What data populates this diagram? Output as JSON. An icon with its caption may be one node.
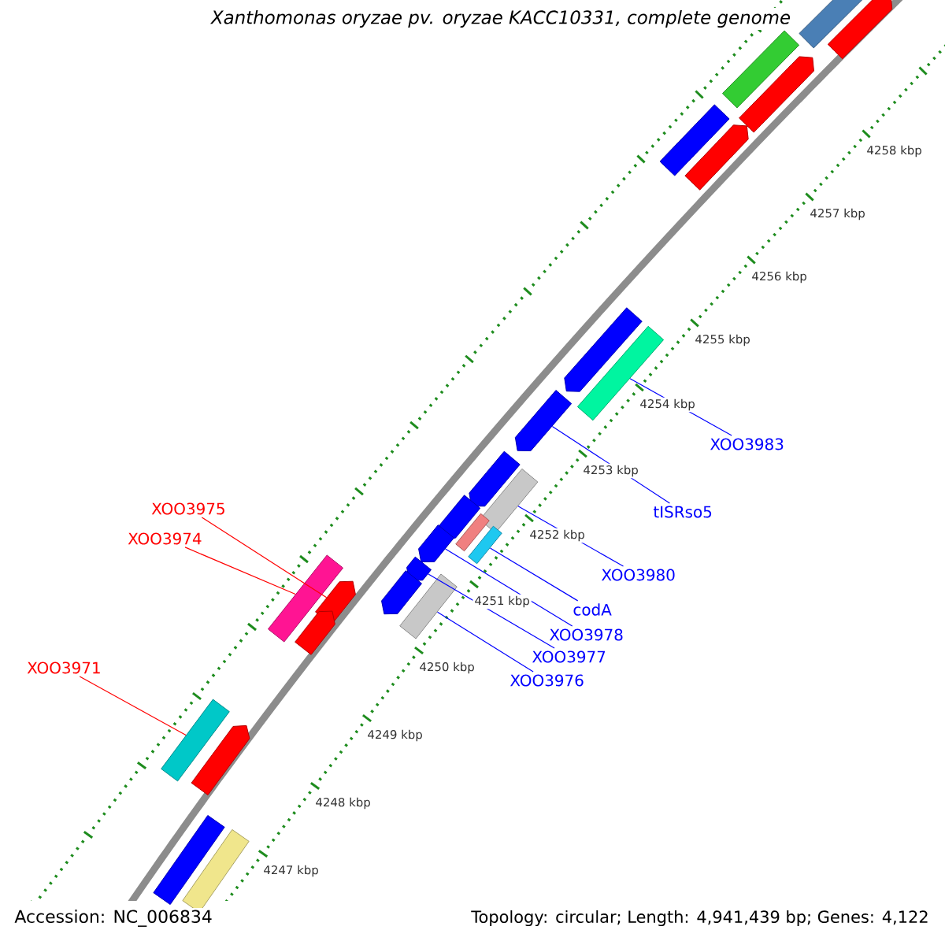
{
  "diagram": {
    "title": "Xanthomonas oryzae pv. oryzae KACC10331, complete genome",
    "nodes": [
      {
        "text": [
          "XOO3983"
        ]
      },
      {
        "text": [
          "XOO3975"
        ]
      },
      {
        "text": [
          "tISRso5"
        ]
      },
      {
        "text": [
          "XOO3974"
        ]
      },
      {
        "text": [
          "XOO3980"
        ]
      },
      {
        "text": [
          "codA"
        ]
      },
      {
        "text": [
          "XOO3978"
        ]
      },
      {
        "text": [
          "XOO3977"
        ]
      },
      {
        "text": [
          "XOO3971"
        ]
      },
      {
        "text": [
          "XOO3976"
        ]
      },
      {
        "text": [],
        "shape": "bar"
      },
      {
        "text": [],
        "shape": "pentagon"
      },
      {
        "text": [],
        "shape": "bar"
      },
      {
        "text": [],
        "shape": "pentagon"
      },
      {
        "text": [],
        "shape": "bar"
      },
      {
        "text": [],
        "shape": "pentagon"
      },
      {
        "text": [],
        "shape": "pentagon"
      },
      {
        "text": [],
        "shape": "bar"
      },
      {
        "text": [],
        "shape": "pentagon"
      },
      {
        "text": [],
        "shape": "pentagon"
      },
      {
        "text": [],
        "shape": "bar"
      },
      {
        "text": [],
        "shape": "pentagon"
      },
      {
        "text": [],
        "shape": "bar"
      },
      {
        "text": [],
        "shape": "bar"
      },
      {
        "text": [],
        "shape": "pentagon"
      },
      {
        "text": [],
        "shape": "pentagon"
      },
      {
        "text": [],
        "shape": "pentagon"
      },
      {
        "text": [],
        "shape": "bar"
      },
      {
        "text": [],
        "shape": "bar"
      },
      {
        "text": [],
        "shape": "pentagon"
      },
      {
        "text": [],
        "shape": "pentagon"
      },
      {
        "text": [],
        "shape": "bar"
      },
      {
        "text": [],
        "shape": "pentagon"
      },
      {
        "text": [],
        "shape": "bar"
      },
      {
        "text": [],
        "shape": "bar"
      }
    ],
    "edges": [
      {
        "from": 0,
        "to": 17,
        "arrow": "none"
      },
      {
        "from": 1,
        "to": 29,
        "arrow": "none",
        "color": "#ff0000"
      },
      {
        "from": 2,
        "to": 18,
        "arrow": "none"
      },
      {
        "from": 3,
        "to": 28,
        "arrow": "none",
        "color": "#ff0000"
      },
      {
        "from": 4,
        "to": 20,
        "arrow": "none"
      },
      {
        "from": 5,
        "to": 23,
        "arrow": "none"
      },
      {
        "from": 6,
        "to": 24,
        "arrow": "none"
      },
      {
        "from": 7,
        "to": 25,
        "arrow": "none"
      },
      {
        "from": 8,
        "to": 31,
        "arrow": "none",
        "color": "#ff0000"
      },
      {
        "from": 9,
        "to": 27,
        "arrow": "none"
      }
    ],
    "labels": [
      "4258 kbp",
      "4257 kbp",
      "4256 kbp",
      "4255 kbp",
      "4254 kbp",
      "4253 kbp",
      "4252 kbp",
      "4251 kbp",
      "4250 kbp",
      "4249 kbp",
      "4248 kbp",
      "4247 kbp",
      "Accession: NC_006834",
      "Topology: circular; Length: 4,941,439 bp; Genes: 4,122"
    ]
  }
}
